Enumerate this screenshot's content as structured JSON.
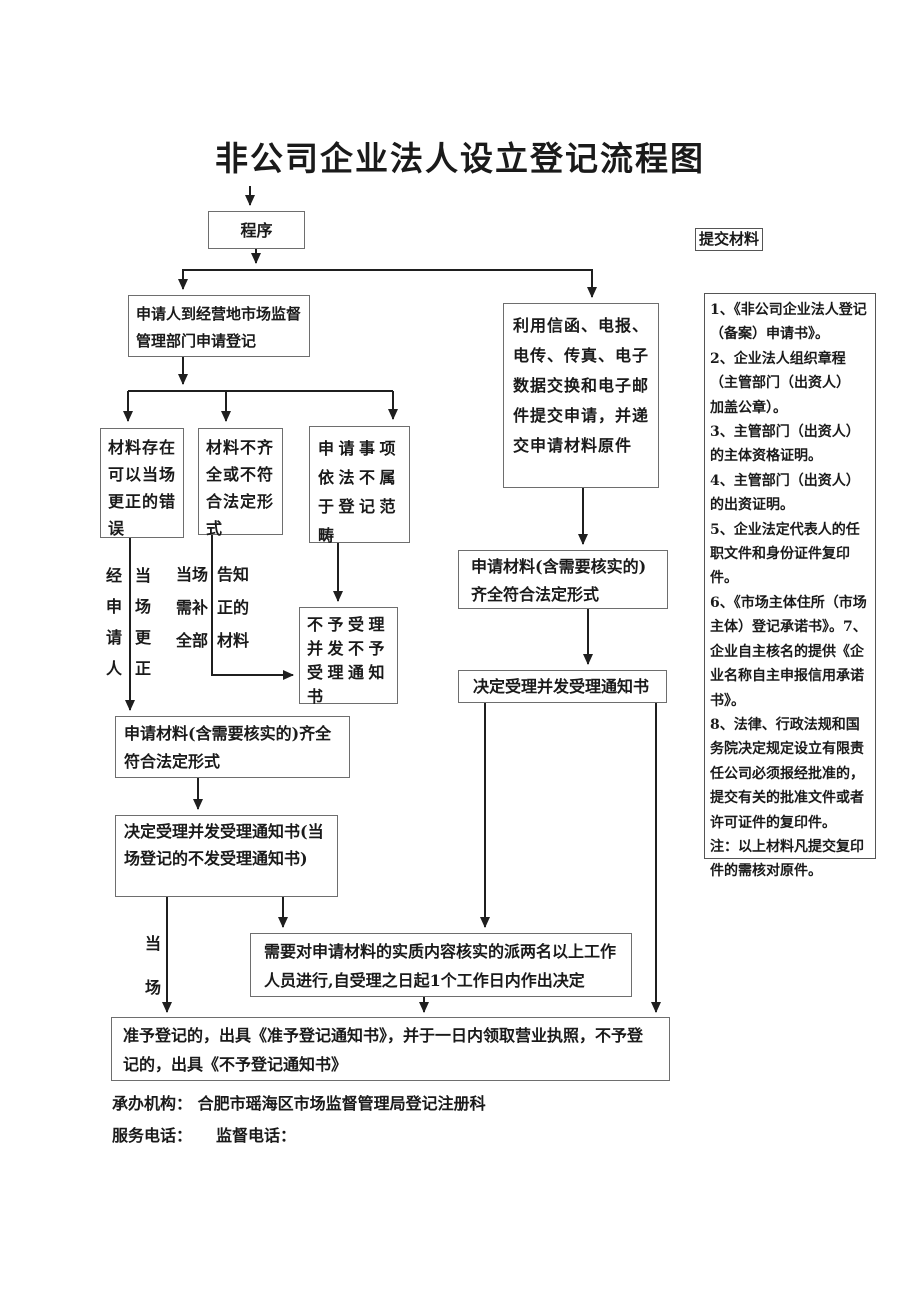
{
  "title": "非公司企业法人设立登记流程图",
  "flow": {
    "procedure": "程序",
    "apply_desk": "申请人到经营地市场监督管理部门申请登记",
    "correctable_error": "材料存在可以当场更正的错误",
    "incomplete_materials": "材料不齐全或不符合法定形式",
    "not_registrable": "申请事项依法不属于登记范畴",
    "remote_submit": "利用信函、电报、电传、传真、电子数据交换和电子邮件提交申请，并递交申请材料原件",
    "reject_notice": "不予受理并发不予受理通知书",
    "materials_ok_left": "申请材料(含需要核实的)齐全符合法定形式",
    "accept_left": "决定受理并发受理通知书(当场登记的不发受理通知书)",
    "materials_ok_right": "申请材料(含需要核实的)齐全符合法定形式",
    "accept_right": "决定受理并发受理通知书",
    "verify": "需要对申请材料的实质内容核实的派两名以上工作人员进行,自受理之日起1个工作日内作出决定",
    "result": "准予登记的，出具《准予登记通知书》，并于一日内领取营业执照，不予登记的，出具《不予登记通知书》"
  },
  "edge_labels": {
    "via_applicant": "经申请人",
    "correct_on_spot": "当场更正",
    "supplement_all": "当场需补全部",
    "notify_materials": "告知正的材料",
    "on_spot": "当场"
  },
  "sidebar": {
    "tag": "提交材料",
    "items": [
      "1、《非公司企业法人登记（备案）申请书》。",
      "2、企业法人组织章程（主管部门（出资人）\n加盖公章）。",
      "3、主管部门（出资人）的主体资格证明。",
      "4、主管部门（出资人）的出资证明。",
      "5、企业法定代表人的任职文件和身份证件复印件。",
      "6、《市场主体住所（市场主体）登记承诺书》。7、企业自主核名的提供《企业名称自主申报信用承诺书》。",
      "8、法律、行政法规和国务院决定规定设立有限责任公司必须报经批准的，提交有关的批准文件或者许可证件的复印件。",
      "注：以上材料凡提交复印件的需核对原件。"
    ]
  },
  "footer": {
    "organizer": "承办机构： 合肥市瑶海区市场监督管理局登记注册科",
    "phones": "服务电话：　　监督电话："
  },
  "colors": {
    "ink": "#1a1a1a",
    "line": "#1f1f1f",
    "box_border": "#6e6e6e"
  }
}
